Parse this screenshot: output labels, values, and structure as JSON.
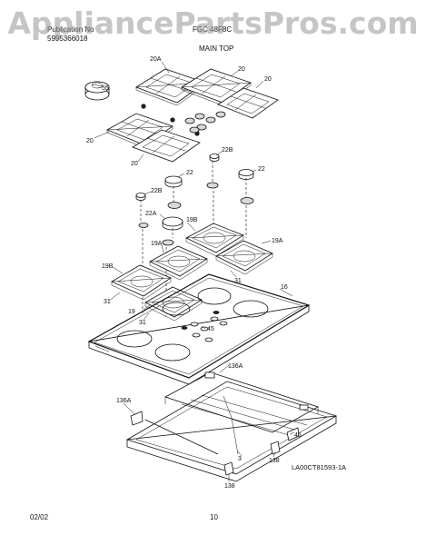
{
  "header": {
    "publication_label": "Publication No",
    "publication_number": "5995366018",
    "model": "FGC 48F8C",
    "section_title": "MAIN TOP"
  },
  "watermark": "AppliancePartsPros.com",
  "callouts": {
    "c20A": "20A",
    "c20": "20",
    "c55": "55",
    "c22B": "22B",
    "c22": "22",
    "c22A": "22A",
    "c19B": "19B",
    "c19A": "19A",
    "c31": "31",
    "c16": "16",
    "c19": "19",
    "c45": "45",
    "c136A": "136A",
    "c46": "46",
    "c3": "3",
    "c138": "138"
  },
  "diagram_code": "LA00CT81593-1A",
  "footer": {
    "date": "02/02",
    "page": "10"
  }
}
